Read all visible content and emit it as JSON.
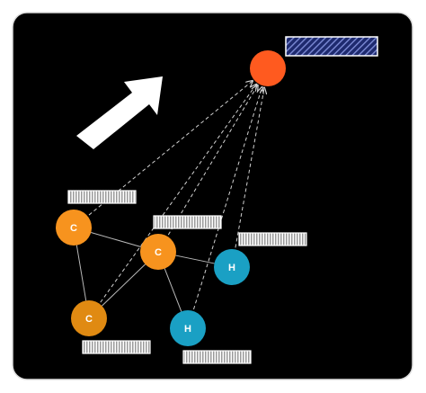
{
  "diagram": {
    "background": "#000000",
    "card_border": "#dcdcdc",
    "edge_color": "#b8b8b8",
    "arrow_color": "#d0d0d0",
    "target": {
      "label": "",
      "color": "#ff5a1f"
    },
    "atoms": [
      {
        "id": "c1",
        "label": "C",
        "color": "#f7931e"
      },
      {
        "id": "c2",
        "label": "C",
        "color": "#f7931e"
      },
      {
        "id": "c3",
        "label": "C",
        "color": "#e08a12"
      },
      {
        "id": "h1",
        "label": "H",
        "color": "#1aa0c4"
      },
      {
        "id": "h2",
        "label": "H",
        "color": "#1aa0c4"
      }
    ],
    "bonds": [
      [
        "c1",
        "c2"
      ],
      [
        "c1",
        "c3"
      ],
      [
        "c2",
        "c3"
      ],
      [
        "c2",
        "h1"
      ],
      [
        "c2",
        "h2"
      ]
    ],
    "attention_links": [
      "c1",
      "c2",
      "c3",
      "h1",
      "h2"
    ],
    "big_arrow": {
      "color": "#ffffff",
      "icon": "big-arrow-icon"
    },
    "label_boxes": [
      {
        "id": "target-label",
        "style": "navy-hatch",
        "fill": "#1e2a6e"
      },
      {
        "id": "c1-label",
        "style": "gray-hatch"
      },
      {
        "id": "c2-label",
        "style": "gray-hatch"
      },
      {
        "id": "h1-label",
        "style": "gray-hatch"
      },
      {
        "id": "c3-label",
        "style": "gray-hatch"
      },
      {
        "id": "h2-label",
        "style": "gray-hatch"
      }
    ]
  }
}
